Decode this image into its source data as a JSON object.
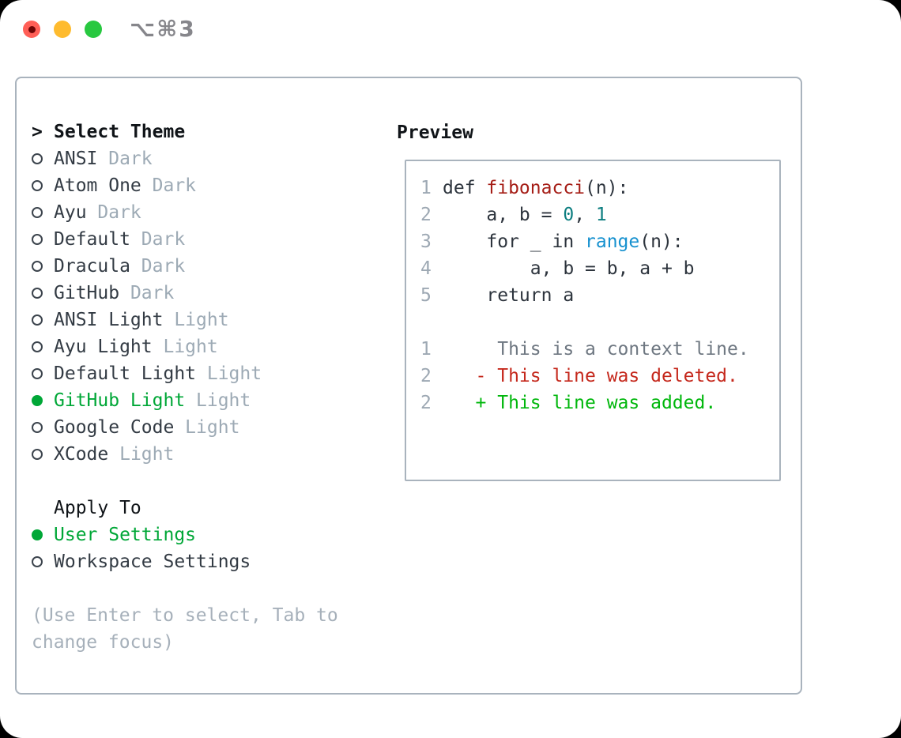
{
  "window": {
    "title": "⌥⌘3"
  },
  "theme_picker": {
    "prompt": ">",
    "header": "Select Theme",
    "themes": [
      {
        "name": "ANSI",
        "variant": "Dark",
        "selected": false
      },
      {
        "name": "Atom One",
        "variant": "Dark",
        "selected": false
      },
      {
        "name": "Ayu",
        "variant": "Dark",
        "selected": false
      },
      {
        "name": "Default",
        "variant": "Dark",
        "selected": false
      },
      {
        "name": "Dracula",
        "variant": "Dark",
        "selected": false
      },
      {
        "name": "GitHub",
        "variant": "Dark",
        "selected": false
      },
      {
        "name": "ANSI Light",
        "variant": "Light",
        "selected": false
      },
      {
        "name": "Ayu Light",
        "variant": "Light",
        "selected": false
      },
      {
        "name": "Default Light",
        "variant": "Light",
        "selected": false
      },
      {
        "name": "GitHub Light",
        "variant": "Light",
        "selected": true
      },
      {
        "name": "Google Code",
        "variant": "Light",
        "selected": false
      },
      {
        "name": "XCode",
        "variant": "Light",
        "selected": false
      }
    ],
    "apply_to": {
      "header": "Apply To",
      "options": [
        {
          "label": "User Settings",
          "selected": true
        },
        {
          "label": "Workspace Settings",
          "selected": false
        }
      ]
    },
    "hint_lines": [
      "(Use Enter to select, Tab to",
      "change focus)"
    ]
  },
  "preview": {
    "title": "Preview",
    "code_lines": [
      {
        "num": "1",
        "tokens": [
          {
            "t": "def ",
            "c": "code"
          },
          {
            "t": "fibonacci",
            "c": "func"
          },
          {
            "t": "(n):",
            "c": "code"
          }
        ]
      },
      {
        "num": "2",
        "tokens": [
          {
            "t": "    a, b = ",
            "c": "code"
          },
          {
            "t": "0",
            "c": "num"
          },
          {
            "t": ", ",
            "c": "code"
          },
          {
            "t": "1",
            "c": "num"
          }
        ]
      },
      {
        "num": "3",
        "tokens": [
          {
            "t": "    for _ in ",
            "c": "code"
          },
          {
            "t": "range",
            "c": "builtin"
          },
          {
            "t": "(n):",
            "c": "code"
          }
        ]
      },
      {
        "num": "4",
        "tokens": [
          {
            "t": "        a, b = b, a + b",
            "c": "code"
          }
        ]
      },
      {
        "num": "5",
        "tokens": [
          {
            "t": "    return a",
            "c": "code"
          }
        ]
      },
      {
        "num": "",
        "tokens": []
      },
      {
        "num": "1",
        "tokens": [
          {
            "t": "     This is a context line.",
            "c": "context"
          }
        ]
      },
      {
        "num": "2",
        "tokens": [
          {
            "t": "   - This line was deleted.",
            "c": "deleted"
          }
        ]
      },
      {
        "num": "2",
        "tokens": [
          {
            "t": "   + This line was added.",
            "c": "added"
          }
        ]
      }
    ]
  },
  "colors": {
    "header": "#101418",
    "name": "#333b44",
    "suffix": "#9daab5",
    "green": "#00a737",
    "help": "#a6b0ba",
    "border": "#a9b3bd",
    "title": "#86868b",
    "code": "#2d343d",
    "func": "#a51d16",
    "num": "#0d7e80",
    "builtin": "#1691cf",
    "context": "#6e7781",
    "deleted": "#c5281c",
    "added": "#00b70c",
    "ln": "#9da8b3",
    "light_red": "#ff5f57",
    "light_yellow": "#febb2e",
    "light_green": "#28c840"
  }
}
